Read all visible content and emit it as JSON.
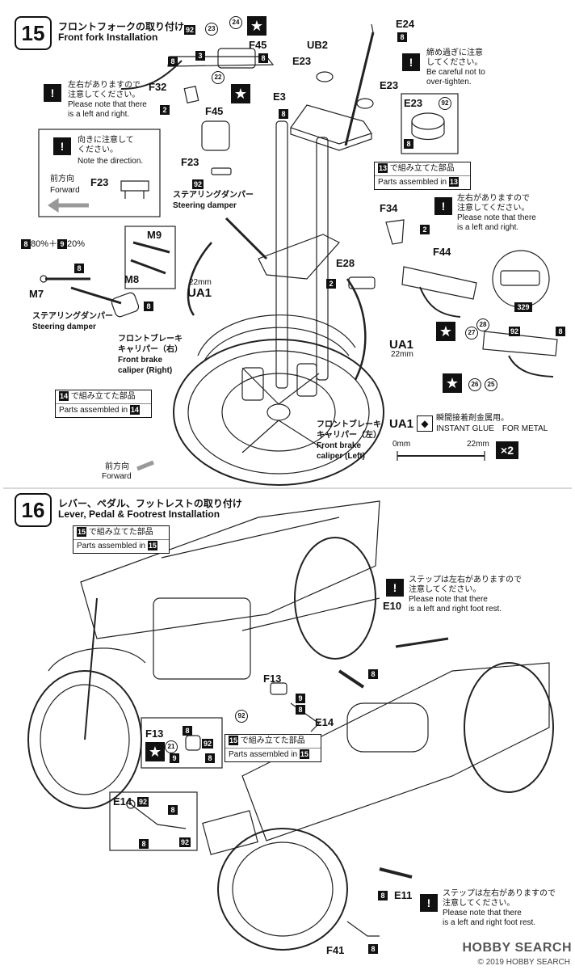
{
  "step15": {
    "number": "15",
    "title_jp": "フロントフォークの取り付け",
    "title_en": "Front fork Installation",
    "parts": {
      "e24": "E24",
      "ub2": "UB2",
      "e23a": "E23",
      "e23b": "E23",
      "e23c": "E23",
      "e3": "E3",
      "f32": "F32",
      "f45a": "F45",
      "f45b": "F45",
      "f23a": "F23",
      "f23b": "F23",
      "f34": "F34",
      "e28": "E28",
      "f44": "F44",
      "m9": "M9",
      "m8": "M8",
      "m7": "M7",
      "ua1a": "UA1",
      "ua1b": "UA1"
    },
    "numbers": {
      "n8": "8",
      "n2": "2",
      "n3": "3",
      "n92": "92",
      "n23": "23",
      "n24": "24",
      "n22": "22",
      "n13": "13",
      "n14": "14",
      "n9": "9",
      "n26": "26",
      "n25": "25",
      "n27": "27",
      "n28": "28",
      "n329": "329",
      "x2": "×2"
    },
    "ratio": {
      "a": "8",
      "a_pct": "80%＋",
      "b": "9",
      "b_pct": "20%"
    },
    "size_22mm": "22mm",
    "notes": {
      "left_right_jp1": "左右がありますので",
      "left_right_jp2": "注意してください。",
      "left_right_en1": "Please note that there",
      "left_right_en2": "is a left and right.",
      "direction_jp1": "向きに注意して",
      "direction_jp2": "ください。",
      "direction_en": "Note the direction.",
      "forward_jp": "前方向",
      "forward_en": "Forward",
      "tight_jp1": "締め過ぎに注意",
      "tight_jp2": "してください。",
      "tight_en1": "Be careful not to",
      "tight_en2": "over-tighten.",
      "sd_jp": "ステアリングダンパー",
      "sd_en": "Steering damper",
      "fbcr_jp1": "フロントブレーキ",
      "fbcr_jp2": "キャリパー（右）",
      "fbcr_en1": "Front brake",
      "fbcr_en2": "caliper (Right)",
      "fbcl_jp1": "フロントブレーキ",
      "fbcl_jp2": "キャリパー（左）",
      "fbcl_en1": "Front brake",
      "fbcl_en2": "caliper (Left)",
      "glue_jp": "瞬間接着剤金属用。",
      "glue_en": "INSTANT GLUE　FOR METAL",
      "mm0": "0mm",
      "mm22": "22mm"
    },
    "assembled13_jp": "で組み立てた部品",
    "assembled13_en": "Parts assembled in",
    "assembled14_jp": "で組み立てた部品",
    "assembled14_en": "Parts assembled in"
  },
  "step16": {
    "number": "16",
    "title_jp": "レバー、ペダル、フットレストの取り付け",
    "title_en": "Lever, Pedal & Footrest Installation",
    "parts": {
      "e10": "E10",
      "f13a": "F13",
      "f13b": "F13",
      "e14a": "E14",
      "e14b": "E14",
      "e11": "E11",
      "f41": "F41"
    },
    "numbers": {
      "n15": "15",
      "n8": "8",
      "n9": "9",
      "n92": "92",
      "n21": "21"
    },
    "notes": {
      "step_jp1": "ステップは左右がありますので",
      "step_jp2": "注意してください。",
      "step_en1": "Please note that there",
      "step_en2": "is a left and right foot rest."
    },
    "assembled_jp": "で組み立てた部品",
    "assembled_en": "Parts assembled in"
  },
  "footer": {
    "brand": "HOBBY SEARCH",
    "copyright": "© 2019 HOBBY SEARCH"
  }
}
